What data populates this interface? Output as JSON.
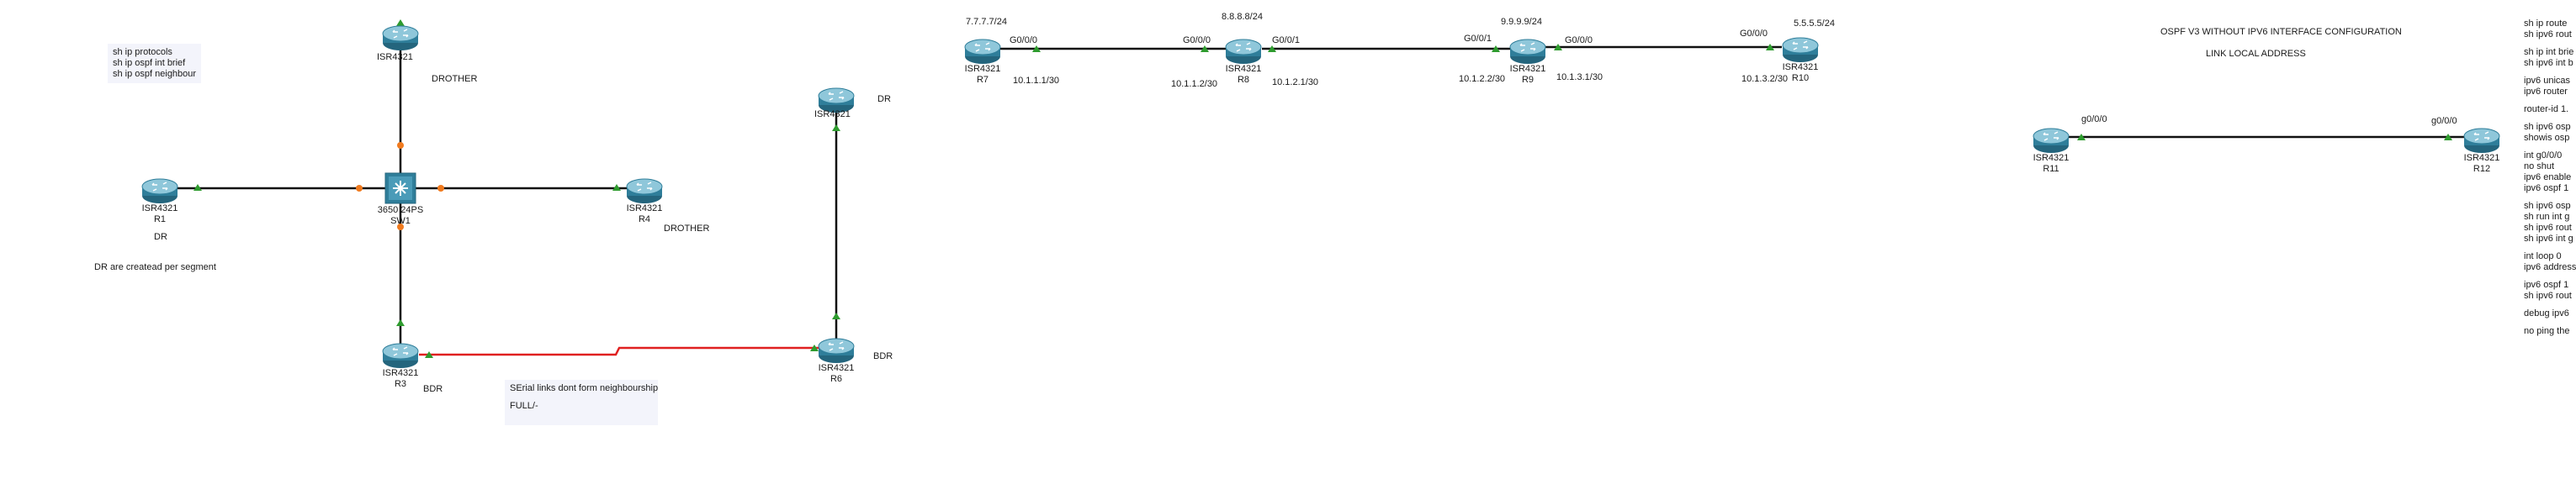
{
  "colors": {
    "link": "#111111",
    "serial": "#e02020",
    "up": "#2e9b2e",
    "pending": "#f07a1e",
    "router": "#2f7e9a",
    "note_bg": "#f3f4fb"
  },
  "topology1": {
    "notes": {
      "commands": [
        "sh ip protocols",
        "sh ip ospf int brief",
        "sh ip ospf neighbour"
      ],
      "dr_per_segment": "DR are createad per segment",
      "serial_note": [
        "SErial links dont form neighbourship",
        "FULL/-"
      ]
    },
    "devices": {
      "r2": {
        "model": "ISR4321",
        "name": "",
        "role": "DROTHER"
      },
      "r1": {
        "model": "ISR4321",
        "name": "R1",
        "role": "DR"
      },
      "sw1": {
        "model": "3650 24PS",
        "name": "SW1"
      },
      "r4": {
        "model": "ISR4321",
        "name": "R4",
        "role": "DROTHER"
      },
      "r3": {
        "model": "ISR4321",
        "name": "R3",
        "role": "BDR"
      },
      "r5": {
        "model": "ISR4321",
        "name": "",
        "role": "DR"
      },
      "r6": {
        "model": "ISR4321",
        "name": "R6",
        "role": "BDR"
      }
    }
  },
  "topology2": {
    "devices": {
      "r7": {
        "model": "ISR4321",
        "name": "R7",
        "loopback": "7.7.7.7/24"
      },
      "r8": {
        "model": "ISR4321",
        "name": "R8",
        "loopback": "8.8.8.8/24"
      },
      "r9": {
        "model": "ISR4321",
        "name": "R9",
        "loopback": "9.9.9.9/24"
      },
      "r10": {
        "model": "ISR4321",
        "name": "R10",
        "loopback": "5.5.5.5/24"
      }
    },
    "interfaces": {
      "r7_g000": "G0/0/0",
      "r8_g000": "G0/0/0",
      "r8_g001": "G0/0/1",
      "r9_g001": "G0/0/1",
      "r9_g000": "G0/0/0",
      "r10_g000": "G0/0/0"
    },
    "addresses": {
      "r7_a": "10.1.1.1/30",
      "r8_a": "10.1.1.2/30",
      "r8_b": "10.1.2.1/30",
      "r9_a": "10.1.2.2/30",
      "r9_b": "10.1.3.1/30",
      "r10_a": "10.1.3.2/30"
    }
  },
  "topology3": {
    "title": "OSPF V3 WITHOUT IPV6 INTERFACE CONFIGURATION",
    "subtitle": "LINK LOCAL ADDRESS",
    "devices": {
      "r11": {
        "model": "ISR4321",
        "name": "R11",
        "interface": "g0/0/0"
      },
      "r12": {
        "model": "ISR4321",
        "name": "R12",
        "interface": "g0/0/0"
      }
    }
  },
  "side_commands": [
    [
      "sh ip route",
      "sh ipv6 rout"
    ],
    [
      "sh ip int brie",
      "sh ipv6 int b"
    ],
    [
      "ipv6 unicas",
      "ipv6 router"
    ],
    [
      "router-id 1."
    ],
    [
      "sh ipv6 osp",
      "showis osp"
    ],
    [
      "int g0/0/0",
      "no shut",
      "ipv6 enable",
      "ipv6 ospf 1"
    ],
    [
      "sh ipv6 osp",
      "sh run int g",
      "sh ipv6 rout",
      "sh ipv6 int g"
    ],
    [
      "int loop 0",
      "ipv6 address"
    ],
    [
      "ipv6 ospf 1",
      "sh ipv6 rout"
    ],
    [
      "debug ipv6"
    ],
    [
      "no ping the"
    ]
  ]
}
